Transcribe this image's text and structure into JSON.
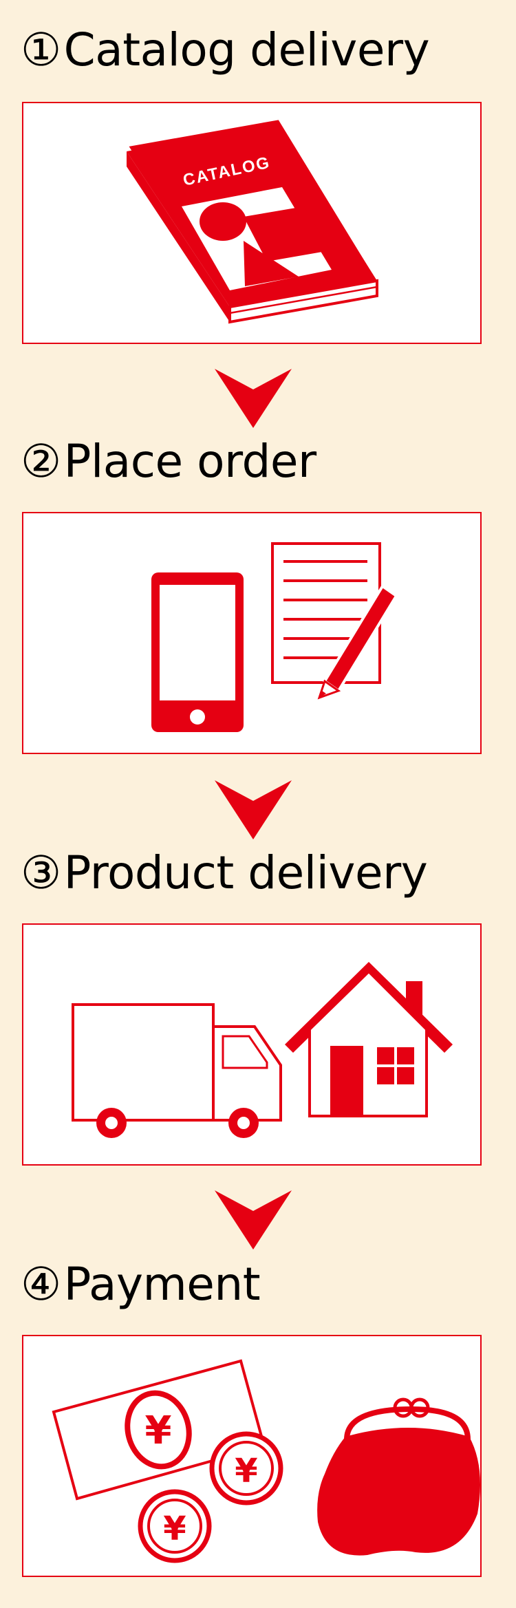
{
  "steps": [
    {
      "number": "①",
      "label": "Catalog delivery"
    },
    {
      "number": "②",
      "label": "Place order"
    },
    {
      "number": "③",
      "label": "Product delivery"
    },
    {
      "number": "④",
      "label": "Payment"
    }
  ],
  "catalog": {
    "cover_text": "CATALOG"
  },
  "payment": {
    "currency_symbol": "¥"
  },
  "colors": {
    "accent": "#e50012",
    "background": "#fcf1dc",
    "panel": "#ffffff"
  }
}
